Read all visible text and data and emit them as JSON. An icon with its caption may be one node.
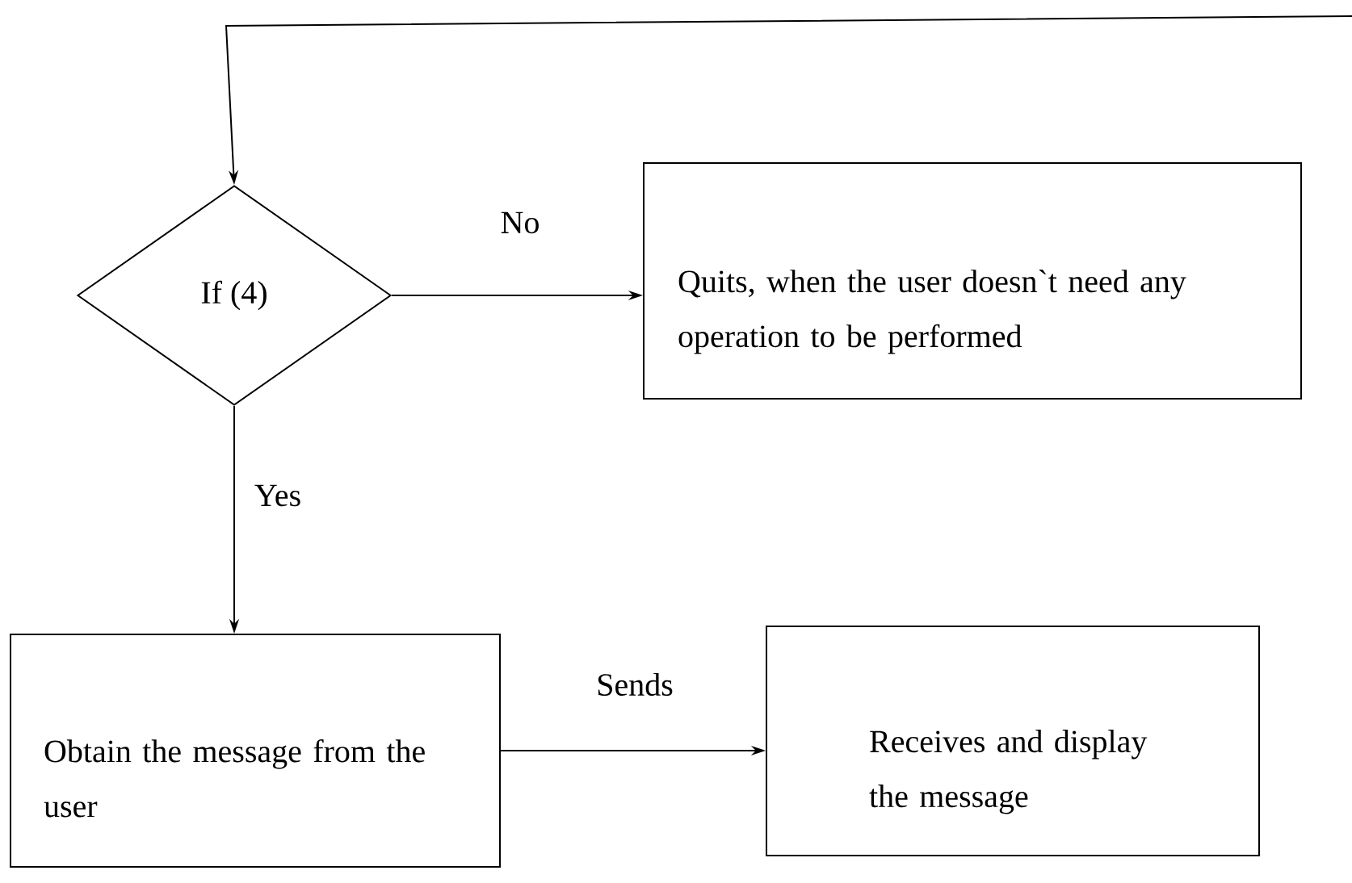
{
  "diagram": {
    "nodes": [
      {
        "text": [
          "If (4)"
        ]
      },
      {
        "text": [
          "Quits, when the user doesn`t need any operation to be performed"
        ]
      },
      {
        "text": [
          "Obtain the message from the user"
        ]
      },
      {
        "text": [
          "Receives and display the message"
        ]
      }
    ],
    "edges": [
      {
        "from": null,
        "to": 0,
        "arrow": "to"
      },
      {
        "from": 0,
        "to": 1,
        "arrow": "to",
        "label": "No"
      },
      {
        "from": 0,
        "to": 2,
        "arrow": "to",
        "label": "Yes"
      },
      {
        "from": 2,
        "to": 3,
        "arrow": "to",
        "label": "Sends"
      }
    ]
  }
}
